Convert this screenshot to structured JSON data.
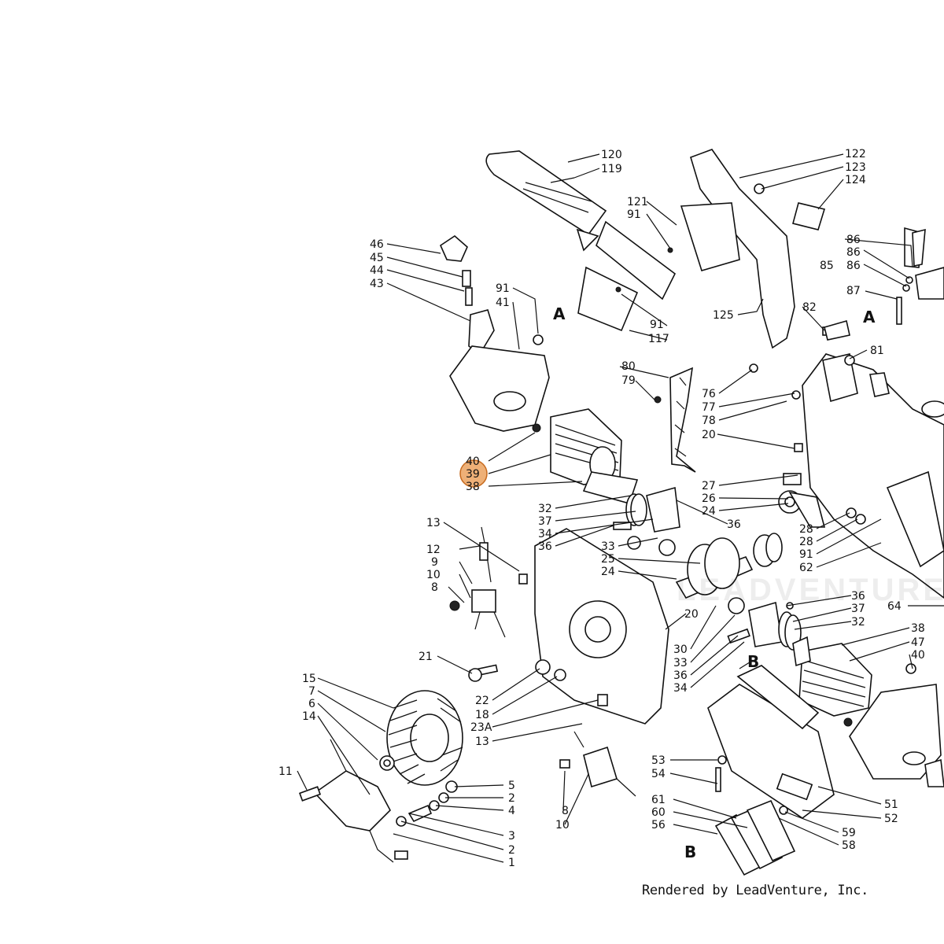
{
  "highlight": {
    "label": "39",
    "color": "#e8954a"
  },
  "credit": "Rendered by LeadVenture, Inc.",
  "watermark": "LEADVENTURE",
  "sections": [
    "A",
    "A",
    "B",
    "B"
  ],
  "callouts": [
    "120",
    "119",
    "122",
    "123",
    "124",
    "121",
    "91",
    "86",
    "86",
    "85",
    "86",
    "87",
    "46",
    "45",
    "44",
    "43",
    "91",
    "41",
    "91",
    "117",
    "125",
    "82",
    "81",
    "80",
    "79",
    "76",
    "77",
    "78",
    "20",
    "40",
    "39",
    "38",
    "27",
    "26",
    "24",
    "32",
    "37",
    "34",
    "36",
    "36",
    "33",
    "25",
    "24",
    "28",
    "28",
    "91",
    "62",
    "13",
    "12",
    "9",
    "10",
    "8",
    "36",
    "37",
    "32",
    "64",
    "38",
    "47",
    "40",
    "20",
    "30",
    "33",
    "36",
    "34",
    "21",
    "15",
    "7",
    "6",
    "14",
    "22",
    "18",
    "23A",
    "13",
    "11",
    "5",
    "2",
    "4",
    "3",
    "2",
    "1",
    "8",
    "10",
    "53",
    "54",
    "61",
    "60",
    "56",
    "59",
    "58",
    "51",
    "52"
  ]
}
